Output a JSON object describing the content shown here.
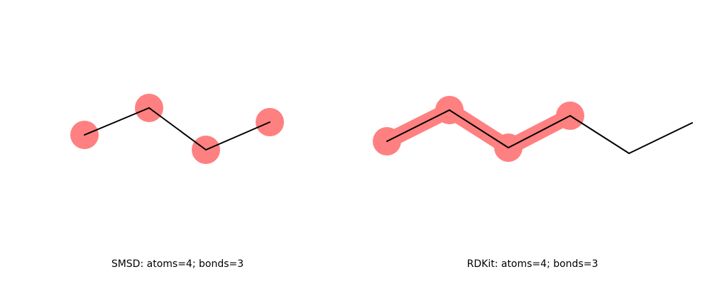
{
  "panels": [
    {
      "caption": "SMSD: atoms=4; bonds=3",
      "highlight_color": "#ff8080",
      "bond_color": "#000000",
      "molecule_atoms": 4,
      "highlighted_atoms": [
        0,
        1,
        2,
        3
      ],
      "highlighted_bonds": []
    },
    {
      "caption": "RDKit: atoms=4; bonds=3",
      "highlight_color": "#ff8080",
      "bond_color": "#000000",
      "molecule_atoms": 6,
      "highlighted_atoms": [
        0,
        1,
        2,
        3
      ],
      "highlighted_bonds": [
        0,
        1,
        2
      ]
    }
  ]
}
